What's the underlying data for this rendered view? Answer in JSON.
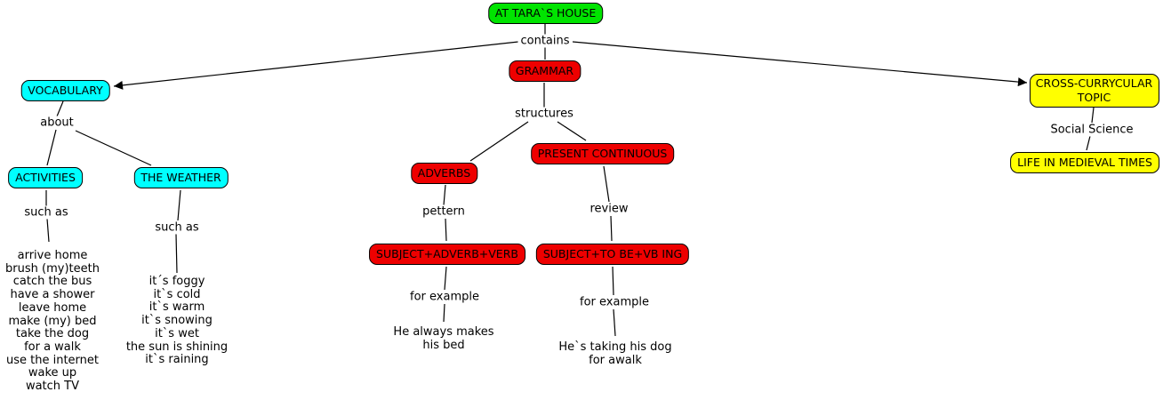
{
  "colors": {
    "green": "#00e400",
    "cyan": "#00ffff",
    "red": "#ee0000",
    "yellow": "#ffff00",
    "line": "#000000",
    "background": "#ffffff"
  },
  "nodes": {
    "root": {
      "label": "AT TARA`S HOUSE",
      "color": "green"
    },
    "vocabulary": {
      "label": "VOCABULARY",
      "color": "cyan"
    },
    "grammar": {
      "label": "GRAMMAR",
      "color": "red"
    },
    "cross_curricular": {
      "label": "CROSS-CURRYCULAR TOPIC",
      "color": "yellow"
    },
    "activities": {
      "label": "ACTIVITIES",
      "color": "cyan"
    },
    "weather": {
      "label": "THE WEATHER",
      "color": "cyan"
    },
    "adverbs": {
      "label": "ADVERBS",
      "color": "red"
    },
    "present_continuous": {
      "label": "PRESENT CONTINUOUS",
      "color": "red"
    },
    "subject_adverb_verb": {
      "label": "SUBJECT+ADVERB+VERB",
      "color": "red"
    },
    "subject_tobe_vbing": {
      "label": "SUBJECT+TO BE+VB ING",
      "color": "red"
    },
    "life_medieval": {
      "label": "LIFE IN MEDIEVAL TIMES",
      "color": "yellow"
    }
  },
  "links": {
    "contains": "contains",
    "about": "about",
    "such_as_activities": "such as",
    "such_as_weather": "such as",
    "structures": "structures",
    "pettern": "pettern",
    "review": "review",
    "for_example_adverbs": "for example",
    "for_example_pc": "for example",
    "social_science": "Social Science"
  },
  "text_nodes": {
    "activities_list": {
      "0": "arrive home",
      "1": "brush (my)teeth",
      "2": "catch the bus",
      "3": "have a shower",
      "4": "leave home",
      "5": "make (my) bed",
      "6": "take the dog",
      "7": "for a walk",
      "8": "use the internet",
      "9": "wake up",
      "10": "watch TV"
    },
    "weather_list": {
      "0": "it´s foggy",
      "1": "it`s cold",
      "2": "it`s warm",
      "3": "it`s snowing",
      "4": "it`s wet",
      "5": "the sun is shining",
      "6": "it`s raining"
    },
    "example_adverbs": {
      "0": "He always makes",
      "1": "his bed"
    },
    "example_pc": {
      "0": "He`s taking his dog",
      "1": "for awalk"
    }
  }
}
